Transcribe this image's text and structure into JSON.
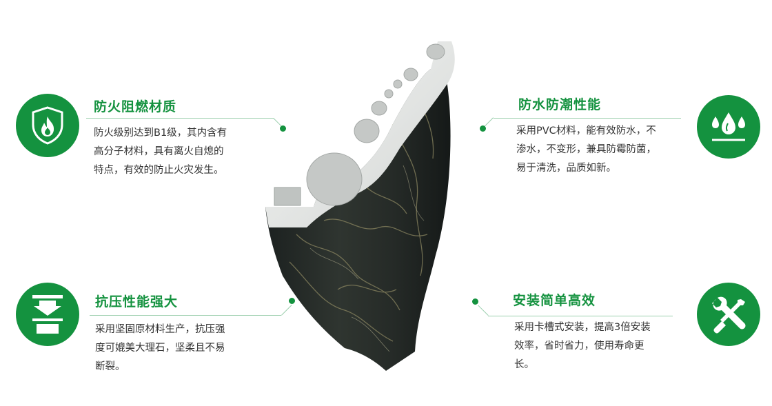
{
  "colors": {
    "accent": "#14923f",
    "line": "#9ccfae",
    "text": "#333333"
  },
  "features": [
    {
      "icon": "fire-shield-icon",
      "title": "防火阻燃材质",
      "lines": [
        "防火级别达到B1级，其内含有",
        "高分子材料，具有离火自熄的",
        "特点，有效的防止火灾发生。"
      ]
    },
    {
      "icon": "water-drops-icon",
      "title": "防水防潮性能",
      "lines": [
        "采用PVC材料，能有效防水，不",
        "渗水，不变形，兼具防霉防菌，",
        "易于清洗，品质如新。"
      ]
    },
    {
      "icon": "compression-icon",
      "title": "抗压性能强大",
      "lines": [
        "采用坚固原材料生产，抗压强",
        "度可媲美大理石，坚柔且不易",
        "断裂。"
      ]
    },
    {
      "icon": "wrench-screwdriver-icon",
      "title": "安装简单高效",
      "lines": [
        "采用卡槽式安装，提高3倍安装",
        "效率，省时省力，使用寿命更",
        "长。"
      ]
    }
  ]
}
